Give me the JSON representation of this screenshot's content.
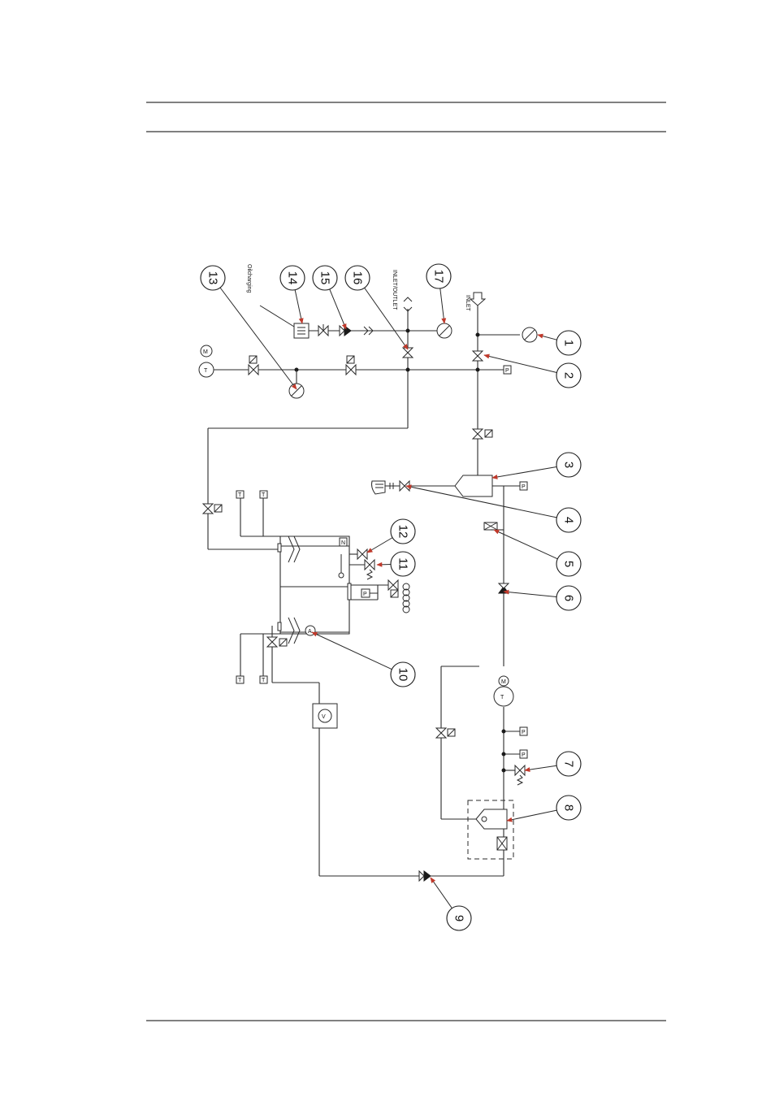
{
  "labels": {
    "inlet": "INLET",
    "inlet_outlet": "INLET/OUTLET",
    "oil_charging": "Oilcharging"
  },
  "callouts": [
    "1",
    "2",
    "3",
    "4",
    "5",
    "6",
    "7",
    "8",
    "9",
    "10",
    "11",
    "12",
    "13",
    "14",
    "15",
    "16",
    "17"
  ],
  "tags": {
    "pressure": "P",
    "motor": "M",
    "temperature": "T",
    "level": "N",
    "vacuum": "V"
  },
  "colors": {
    "line": "#2a2a2a",
    "leader_arrow": "#c0392b"
  }
}
